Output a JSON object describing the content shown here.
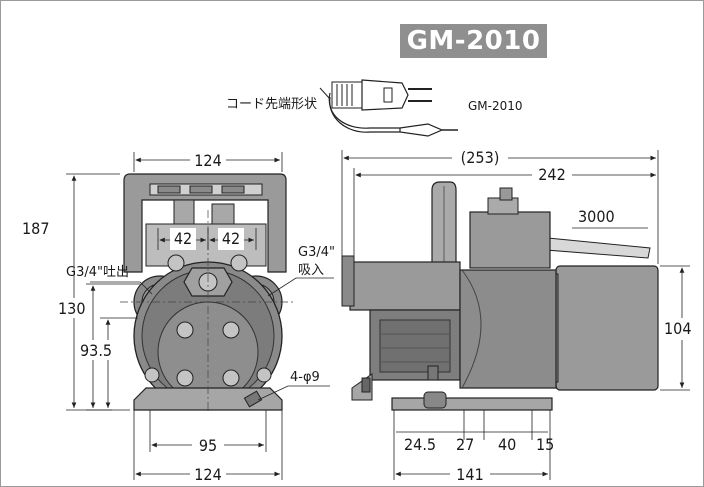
{
  "header": {
    "model": "GM-2010"
  },
  "cord": {
    "label": "コード先端形状",
    "model": "GM-2010"
  },
  "front_view": {
    "width_top": "124",
    "height_total": "187",
    "port_spacing_left": "42",
    "port_spacing_right": "42",
    "outlet_label": "G3/4\"吐出",
    "inlet_label_1": "G3/4\"",
    "inlet_label_2": "吸入",
    "height_port": "130",
    "height_center": "93.5",
    "hole_label": "4-φ9",
    "base_holes": "95",
    "width_bottom": "124"
  },
  "side_view": {
    "length_overall": "(253)",
    "length_body": "242",
    "cord_length": "3000",
    "height_motor": "104",
    "base_1": "24.5",
    "base_2": "27",
    "base_3": "40",
    "base_4": "15",
    "base_total": "141"
  },
  "colors": {
    "body_gray": "#8a8a8a",
    "dark_gray": "#5c5c5c",
    "light_gray": "#bdbdbd",
    "badge": "#8f8f8f"
  }
}
